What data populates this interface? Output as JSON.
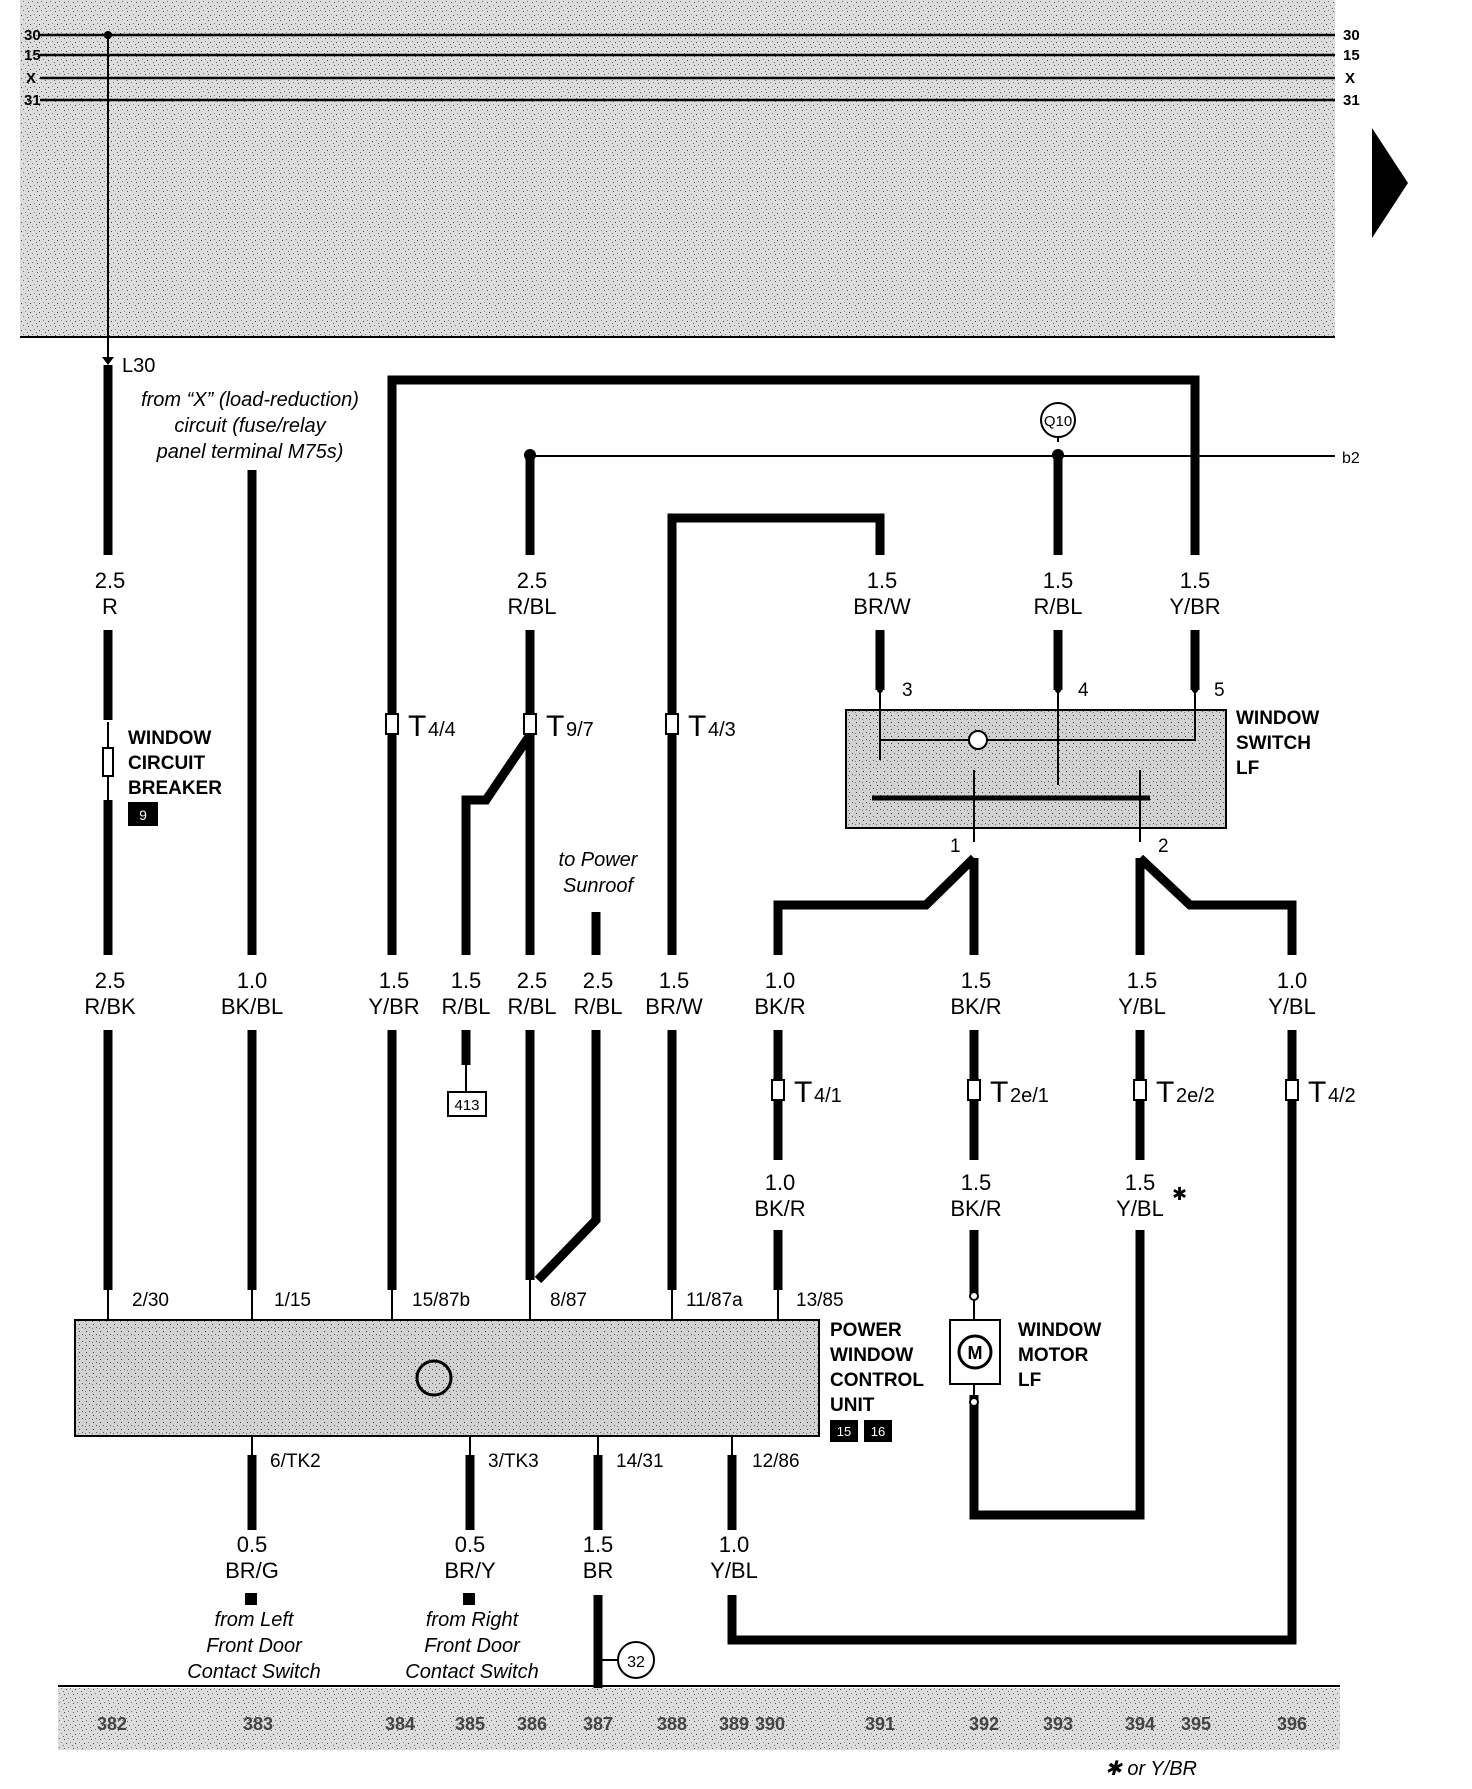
{
  "bus": {
    "labels": [
      "30",
      "15",
      "X",
      "31"
    ]
  },
  "terminal": {
    "l30": "L30",
    "b2": "b2"
  },
  "notes": {
    "from_x": [
      "from “X” (load-reduction)",
      "circuit (fuse/relay",
      "panel terminal M75s)"
    ],
    "to_sunroof": [
      "to Power",
      "Sunroof"
    ],
    "from_left": [
      "from Left",
      "Front Door",
      "Contact Switch"
    ],
    "from_right": [
      "from Right",
      "Front Door",
      "Contact Switch"
    ],
    "footnote": "✱ or Y/BR"
  },
  "wires": {
    "top_r": [
      "2.5",
      "R"
    ],
    "top_rbl": [
      "2.5",
      "R/BL"
    ],
    "top_brw": [
      "1.5",
      "BR/W"
    ],
    "top_rbl2": [
      "1.5",
      "R/BL"
    ],
    "top_ybr": [
      "1.5",
      "Y/BR"
    ],
    "mid_rbk": [
      "2.5",
      "R/BK"
    ],
    "mid_bkbl": [
      "1.0",
      "BK/BL"
    ],
    "mid_ybr": [
      "1.5",
      "Y/BR"
    ],
    "mid_rbl15": [
      "1.5",
      "R/BL"
    ],
    "mid_rbl25a": [
      "2.5",
      "R/BL"
    ],
    "mid_rbl25b": [
      "2.5",
      "R/BL"
    ],
    "mid_brw": [
      "1.5",
      "BR/W"
    ],
    "mid_bkr10": [
      "1.0",
      "BK/R"
    ],
    "mid_bkr15": [
      "1.5",
      "BK/R"
    ],
    "mid_ybl15": [
      "1.5",
      "Y/BL"
    ],
    "mid_ybl10": [
      "1.0",
      "Y/BL"
    ],
    "low_bkr10": [
      "1.0",
      "BK/R"
    ],
    "low_bkr15": [
      "1.5",
      "BK/R"
    ],
    "low_ybl15": [
      "1.5",
      "Y/BL"
    ],
    "low_star": "✱",
    "bot_brg": [
      "0.5",
      "BR/G"
    ],
    "bot_bry": [
      "0.5",
      "BR/Y"
    ],
    "bot_br": [
      "1.5",
      "BR"
    ],
    "bot_ybl": [
      "1.0",
      "Y/BL"
    ]
  },
  "connectors": {
    "t44": [
      "T",
      "4/4"
    ],
    "t97": [
      "T",
      "9/7"
    ],
    "t43": [
      "T",
      "4/3"
    ],
    "t41": [
      "T",
      "4/1"
    ],
    "t2e1": [
      "T",
      "2e/1"
    ],
    "t2e2": [
      "T",
      "2e/2"
    ],
    "t42": [
      "T",
      "4/2"
    ]
  },
  "components": {
    "breaker": {
      "lines": [
        "WINDOW",
        "CIRCUIT",
        "BREAKER"
      ],
      "badge": "9"
    },
    "switch": {
      "lines": [
        "WINDOW",
        "SWITCH",
        "LF"
      ],
      "pins": [
        "3",
        "4",
        "5",
        "1",
        "2"
      ]
    },
    "control_unit": {
      "lines": [
        "POWER",
        "WINDOW",
        "CONTROL",
        "UNIT"
      ],
      "badges": [
        "15",
        "16"
      ],
      "pins_top": [
        "2/30",
        "1/15",
        "15/87b",
        "8/87",
        "11/87a",
        "13/85"
      ],
      "pins_bottom": [
        "6/TK2",
        "3/TK3",
        "14/31",
        "12/86"
      ]
    },
    "motor": {
      "lines": [
        "WINDOW",
        "MOTOR",
        "LF"
      ],
      "symbol": "M"
    }
  },
  "refs": {
    "box413": "413",
    "q10": "Q10",
    "ground32": "32"
  },
  "footer_tracks": [
    "382",
    "383",
    "384",
    "385",
    "386",
    "387",
    "388",
    "389",
    "390",
    "391",
    "392",
    "393",
    "394",
    "395",
    "396"
  ]
}
